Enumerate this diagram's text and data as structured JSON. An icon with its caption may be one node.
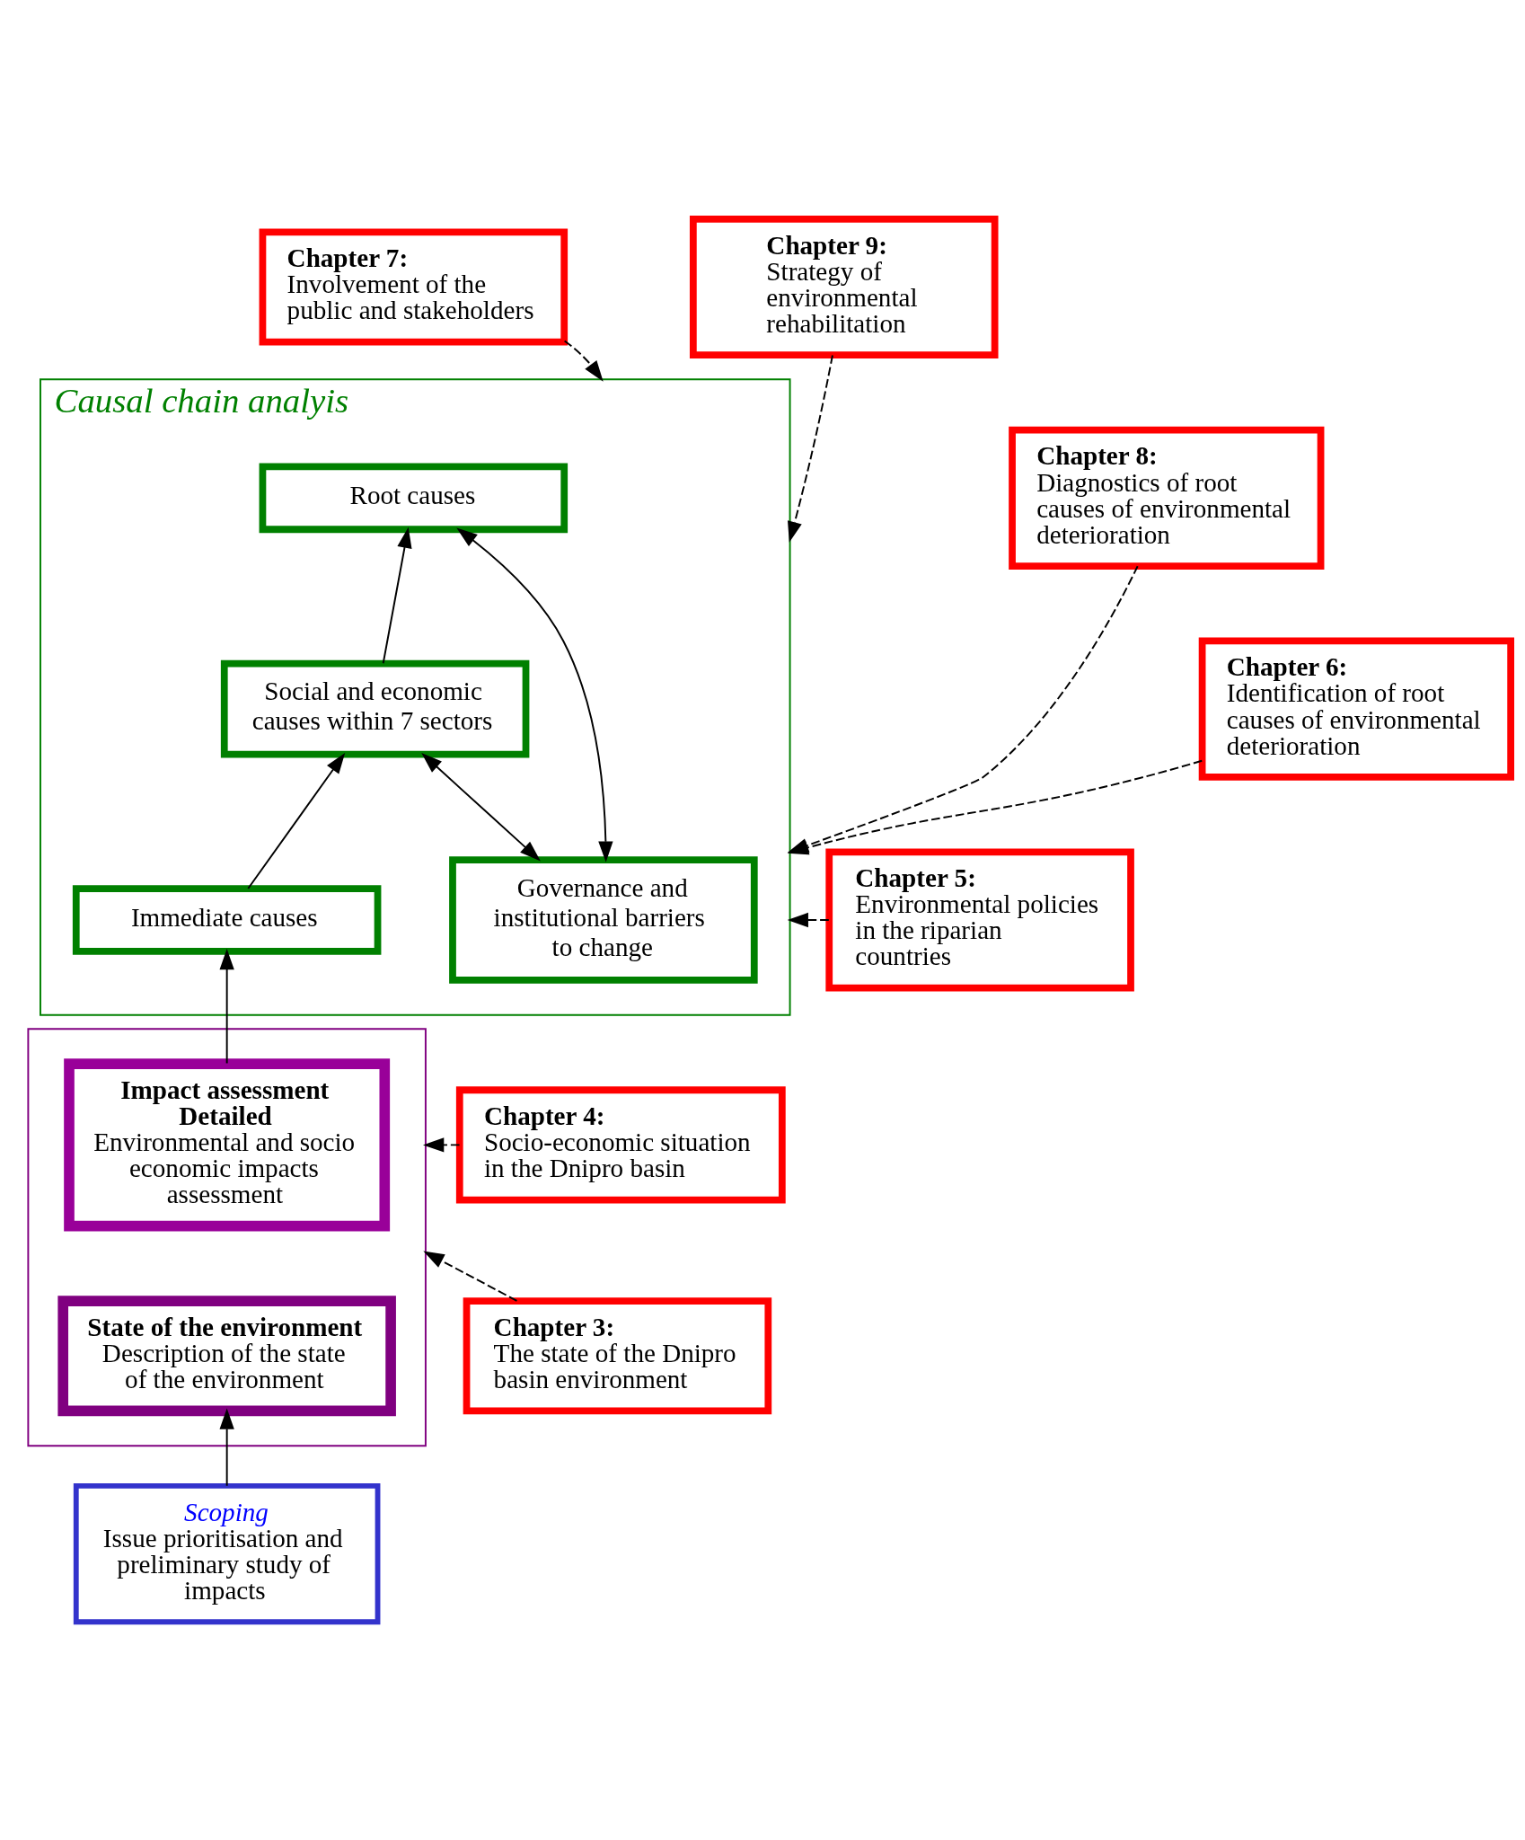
{
  "diagram": {
    "nodes": [
      {
        "text": [
          "Chapter 7:",
          "Involvement of the public and stakeholders"
        ]
      },
      {
        "text": [
          "Chapter 9:",
          "Strategy of environmental rehabilitation"
        ]
      },
      {
        "text": [
          "Causal chain analyis"
        ]
      },
      {
        "text": [
          "Governance and institutional barriers to change"
        ],
        "in": 2
      },
      {
        "text": [
          "Root causes"
        ],
        "in": 2
      },
      {
        "text": [
          "Social and economic causes within 7 sectors"
        ],
        "in": 2
      },
      {
        "text": [
          "Immediate causes"
        ],
        "in": 2
      },
      {
        "text": [
          "Chapter 8:",
          "Diagnostics of root causes of environmental deterioration"
        ]
      },
      {
        "text": [
          "Chapter 5:",
          "Environmental policies in the riparian countries"
        ]
      },
      {
        "text": [
          "Chapter 6:",
          "Identification of root causes of environmental deterioration"
        ]
      },
      {
        "text": [],
        "shape": "box"
      },
      {
        "text": [
          "Impact assessment Detailed",
          "Environmental and socio economic impacts assessment"
        ],
        "in": 10
      },
      {
        "text": [
          "State of the environment",
          "Description of the state of the environment"
        ],
        "in": 10
      },
      {
        "text": [
          "Chapter 4:",
          "Socio-economic situation in the Dnipro basin"
        ]
      },
      {
        "text": [
          "Chapter 3:",
          "The state of the Dnipro basin environment"
        ]
      },
      {
        "text": [
          "Scoping",
          "Issue prioritisation and preliminary study of impacts"
        ]
      }
    ],
    "edges": [
      {
        "from": 0,
        "to": 2,
        "arrow": "to",
        "style": "dashed"
      },
      {
        "from": 1,
        "to": 2,
        "arrow": "to",
        "style": "dashed"
      },
      {
        "from": 7,
        "to": 2,
        "arrow": "to",
        "style": "dashed"
      },
      {
        "from": 8,
        "to": 2,
        "arrow": "to",
        "style": "dashed"
      },
      {
        "from": 9,
        "to": 2,
        "arrow": "to",
        "style": "dashed"
      },
      {
        "from": 3,
        "to": 4,
        "arrow": "both"
      },
      {
        "from": 3,
        "to": 5,
        "arrow": "both"
      },
      {
        "from": 5,
        "to": 4,
        "arrow": "to"
      },
      {
        "from": 6,
        "to": 5,
        "arrow": "to"
      },
      {
        "from": 11,
        "to": 6,
        "arrow": "to"
      },
      {
        "from": 13,
        "to": 10,
        "arrow": "to",
        "style": "dashed"
      },
      {
        "from": 14,
        "to": 10,
        "arrow": "to",
        "style": "dashed"
      },
      {
        "from": 15,
        "to": 12,
        "arrow": "to"
      }
    ]
  }
}
